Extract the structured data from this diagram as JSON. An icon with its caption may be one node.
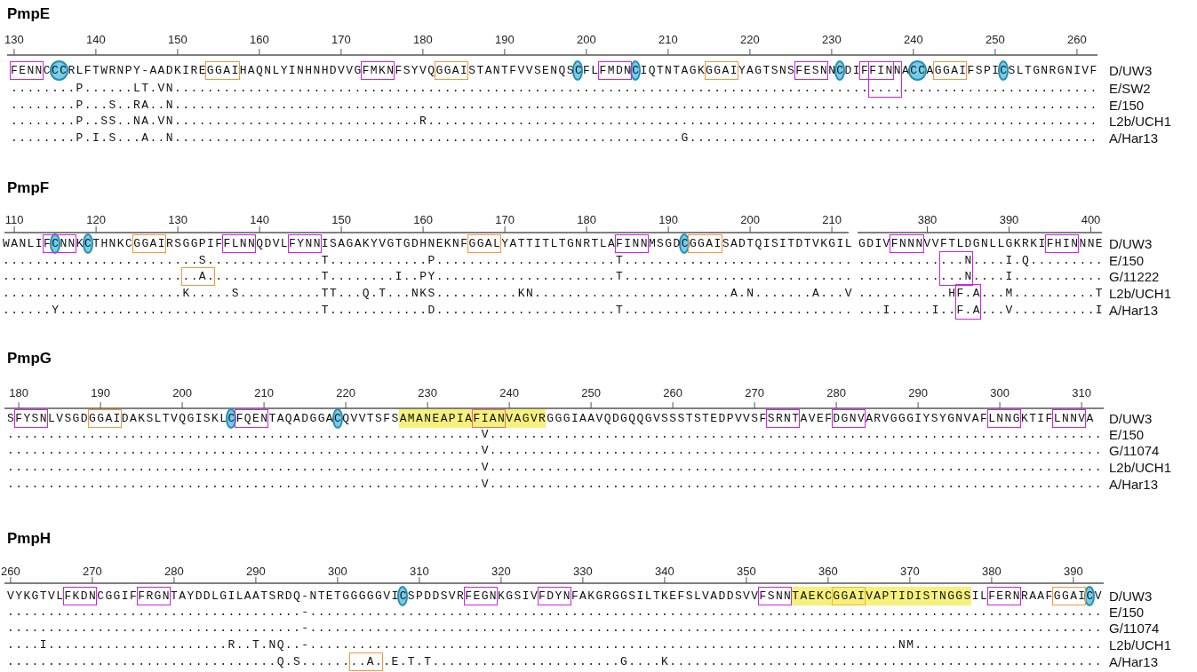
{
  "diagram": {
    "labels": [
      "PmpE",
      "130",
      "140",
      "150",
      "160",
      "170",
      "180",
      "190",
      "200",
      "210",
      "220",
      "230",
      "240",
      "250",
      "260",
      "FENNCCCRLFTWRNPY-AADKIREGGAIHAQNLYINHNHDVVGFMKNFSYVQGGAISTANTFVVSENQSCFLFMDNCIQTNTAGKGGAIYAGTSNSFESNNCDIFFINNACCAGGAIFSPICSLTGNRGNIVF",
      "D/UW3",
      "........P......LT.VN.................................................................................................................",
      "E/SW2",
      "........P...S..RA..N.................................................................................................................",
      "E/150",
      "........P..SS..NA.VN..............................R..................................................................................",
      "L2b/UCH1",
      "........P.I.S...A..N..............................................................G..................................................",
      "A/Har13",
      "PmpF",
      "110",
      "120",
      "130",
      "140",
      "150",
      "160",
      "170",
      "180",
      "190",
      "200",
      "210",
      "380",
      "390",
      "400",
      "WANLIFCNNKCTHNKCGGAIRSGGPIFFLNNQDVLFYNNISAGAKYVGTGDHNEKNFGGALYATTITLTGNRTLAFINNMSGDCGGAISADTQISITDTVKGIL",
      "GDIVFNNNVVFTLDGNLLGKRKIFHINNNE",
      "D/UW3",
      "........................S..............T............P......................T............................",
      ".............N....I.Q.........",
      "E/150",
      "........................A..............T........I..PY......................T............................",
      ".............N....I...........",
      "G/11222",
      "......................K.....S..........TT...Q.T...NKS..........KN........................A.N.......A...V",
      "...........HF.A...M..........T",
      "L2b/UCH1",
      "......Y................................T............D......................T............................",
      "...I.....I..F.A...V..........I",
      "A/Har13",
      "PmpG",
      "180",
      "190",
      "200",
      "210",
      "220",
      "230",
      "240",
      "250",
      "260",
      "270",
      "280",
      "290",
      "300",
      "310",
      "SFYSNLVSGDGGAIDAKSLTVQGISKLCFQENTAQADGGACQVVTSFSAMANEAPIAFIANVAGVRGGGIAAVQDGQQGVSSSTSTEDPVVSFSRNTAVEFDGNVARVGGGIYSYGNVAFLNNGKTIFLNNVA",
      "D/UW3",
      "..........................................................V...........................................................................",
      "E/150",
      "..........................................................V...........................................................................",
      "G/11074",
      "..........................................................V...........................................................................",
      "L2b/UCH1",
      "..........................................................V...........................................................................",
      "A/Har13",
      "PmpH",
      "260",
      "270",
      "280",
      "290",
      "300",
      "310",
      "320",
      "330",
      "340",
      "350",
      "360",
      "370",
      "380",
      "390",
      "VYKGTVLFKDNCGGIFFRGNTAYDDLGILAATSRDQ-NTETGGGGGVICSPDDSVRFEGNKGSIVFDYNFAKGRGGSILTKEFSLVADDSVVFSNNTAEKCGGAIVAPTIDISTNGGSILFERNRAAFGGAICV",
      "D/UW3",
      "....................................-.................................................................................................",
      "E/150",
      "....................................-.................................................................................................",
      "G/11074",
      "....I......................R..T.NQ..-........................................................................NM.......................",
      "L2b/UCH1",
      ".................................Q.S........A..E.T.T.......................G....K.....................................................",
      "A/Har13"
    ]
  }
}
